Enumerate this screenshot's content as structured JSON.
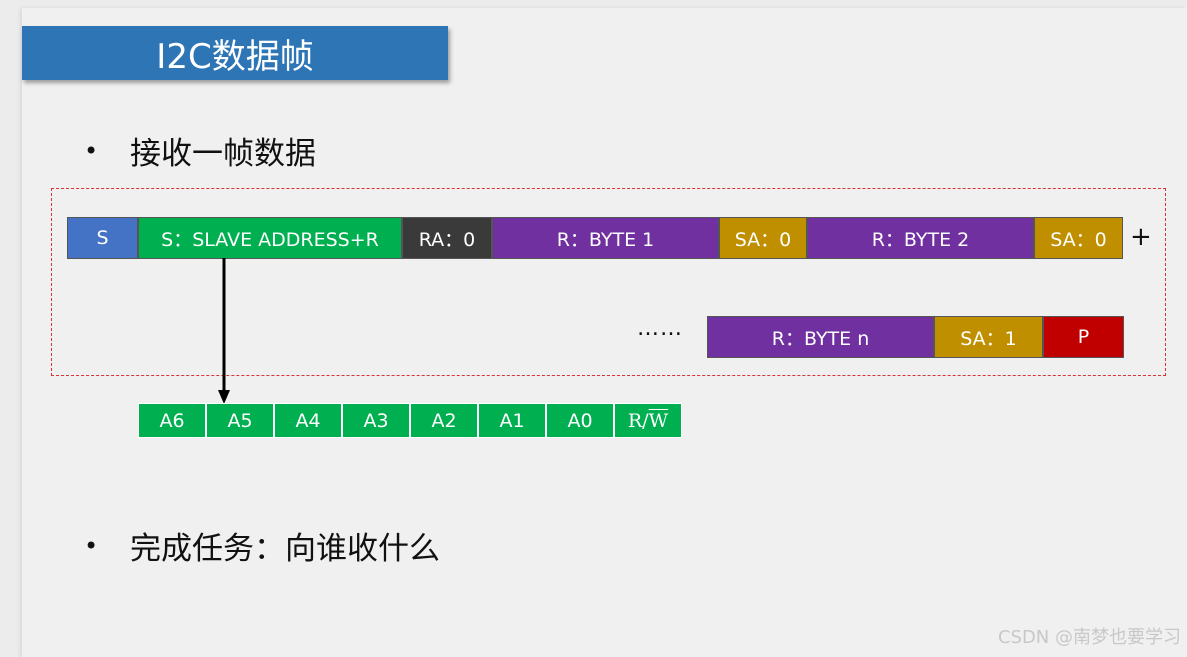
{
  "title": "I2C数据帧",
  "bullets": [
    "接收一帧数据",
    "完成任务：向谁收什么"
  ],
  "bullet_symbol": "•",
  "frame_row1": [
    {
      "label": "S",
      "color": "#4472c4",
      "width": 71
    },
    {
      "label": "S：SLAVE ADDRESS+R",
      "color": "#00b050",
      "width": 264
    },
    {
      "label": "RA：0",
      "color": "#3a3a3a",
      "width": 90
    },
    {
      "label": "R：BYTE 1",
      "color": "#7030a0",
      "width": 227
    },
    {
      "label": "SA：0",
      "color": "#bf8f00",
      "width": 88
    },
    {
      "label": "R：BYTE 2",
      "color": "#7030a0",
      "width": 227
    },
    {
      "label": "SA：0",
      "color": "#bf8f00",
      "width": 89
    }
  ],
  "plus_sign": "+",
  "ellipsis": "……",
  "frame_row2": [
    {
      "label": "R：BYTE n",
      "color": "#7030a0",
      "width": 227
    },
    {
      "label": "SA：1",
      "color": "#bf8f00",
      "width": 109
    },
    {
      "label": "P",
      "color": "#c00000",
      "width": 81
    }
  ],
  "address_bits": [
    "A6",
    "A5",
    "A4",
    "A3",
    "A2",
    "A1",
    "A0"
  ],
  "rw_bit": {
    "r": "R/",
    "w": "W"
  },
  "watermark": "CSDN @南梦也要学习"
}
